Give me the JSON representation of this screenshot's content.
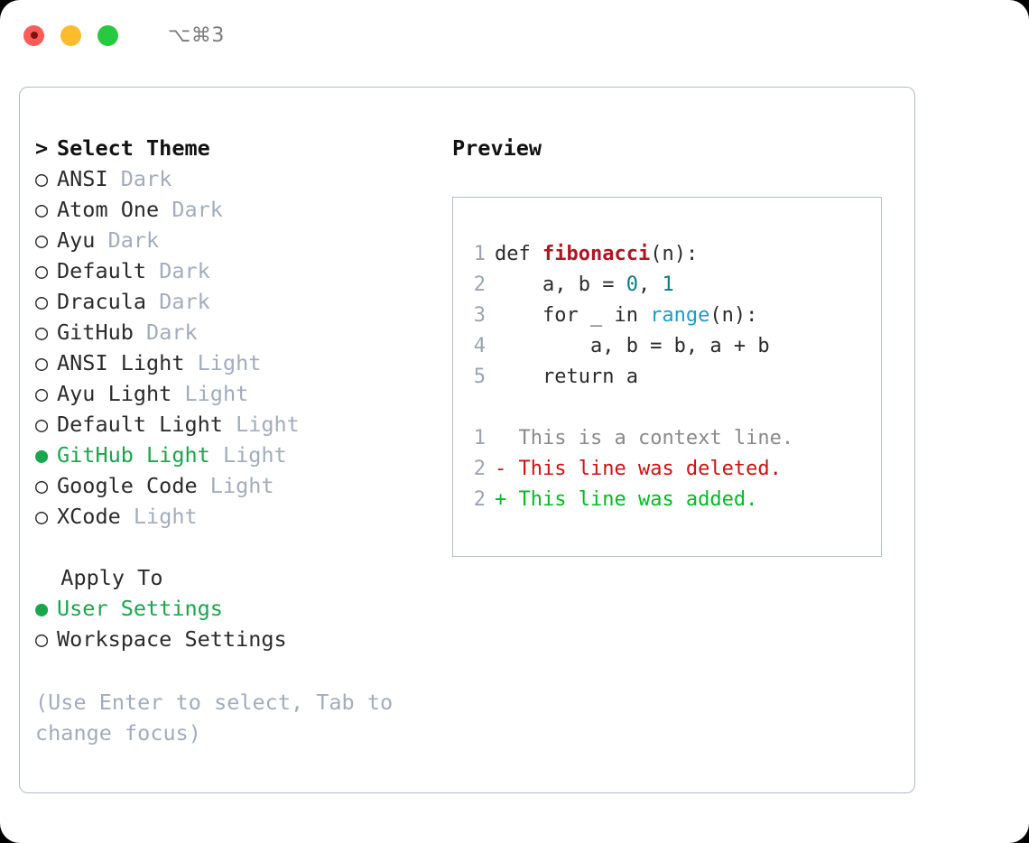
{
  "titlebar": {
    "shortcut": "⌥⌘3",
    "buttons": {
      "close": "close",
      "minimize": "minimize",
      "maximize": "maximize"
    }
  },
  "theme_picker": {
    "heading_marker": "> ",
    "heading": "Select Theme",
    "items": [
      {
        "marker": "○ ",
        "label": "ANSI",
        "tag": "Dark",
        "selected": false
      },
      {
        "marker": "○ ",
        "label": "Atom One",
        "tag": "Dark",
        "selected": false
      },
      {
        "marker": "○ ",
        "label": "Ayu",
        "tag": "Dark",
        "selected": false
      },
      {
        "marker": "○ ",
        "label": "Default",
        "tag": "Dark",
        "selected": false
      },
      {
        "marker": "○ ",
        "label": "Dracula",
        "tag": "Dark",
        "selected": false
      },
      {
        "marker": "○ ",
        "label": "GitHub",
        "tag": "Dark",
        "selected": false
      },
      {
        "marker": "○ ",
        "label": "ANSI Light",
        "tag": "Light",
        "selected": false
      },
      {
        "marker": "○ ",
        "label": "Ayu Light",
        "tag": "Light",
        "selected": false
      },
      {
        "marker": "○ ",
        "label": "Default Light",
        "tag": "Light",
        "selected": false
      },
      {
        "marker": "● ",
        "label": "GitHub Light",
        "tag": "Light",
        "selected": true
      },
      {
        "marker": "○ ",
        "label": "Google Code",
        "tag": "Light",
        "selected": false
      },
      {
        "marker": "○ ",
        "label": "XCode",
        "tag": "Light",
        "selected": false
      }
    ]
  },
  "apply_to": {
    "heading_marker": "  ",
    "heading": "Apply To",
    "items": [
      {
        "marker": "● ",
        "label": "User Settings",
        "selected": true
      },
      {
        "marker": "○ ",
        "label": "Workspace Settings",
        "selected": false
      }
    ]
  },
  "hint": "(Use Enter to select, Tab to change focus)",
  "preview": {
    "title": "Preview",
    "code_lines": [
      {
        "number": "1",
        "tokens": [
          {
            "text": "def ",
            "type": "plain"
          },
          {
            "text": "fibonacci",
            "type": "fn"
          },
          {
            "text": "(n):",
            "type": "plain"
          }
        ]
      },
      {
        "number": "2",
        "tokens": [
          {
            "text": "    a, b = ",
            "type": "plain"
          },
          {
            "text": "0",
            "type": "num"
          },
          {
            "text": ", ",
            "type": "plain"
          },
          {
            "text": "1",
            "type": "num"
          }
        ]
      },
      {
        "number": "3",
        "tokens": [
          {
            "text": "    for _ in ",
            "type": "plain"
          },
          {
            "text": "range",
            "type": "call"
          },
          {
            "text": "(n):",
            "type": "plain"
          }
        ]
      },
      {
        "number": "4",
        "tokens": [
          {
            "text": "        a, b = b, a + b",
            "type": "plain"
          }
        ]
      },
      {
        "number": "5",
        "tokens": [
          {
            "text": "    return a",
            "type": "plain"
          }
        ]
      }
    ],
    "diff_lines": [
      {
        "number": "1",
        "sign": "  ",
        "text": "This is a context line.",
        "kind": "ctx"
      },
      {
        "number": "2",
        "sign": "- ",
        "text": "This line was deleted.",
        "kind": "del"
      },
      {
        "number": "2",
        "sign": "+ ",
        "text": "This line was added.",
        "kind": "add"
      }
    ]
  },
  "colors": {
    "accent_green": "#1aa64b",
    "muted": "#a2acbd",
    "border": "#b3bcca",
    "text": "#2b2b2b",
    "fn_red": "#b01522",
    "num_teal": "#0a7d80",
    "call_blue": "#1a9cc9",
    "diff_del": "#cc1111",
    "diff_add": "#00bb22",
    "traffic_close": "#fb5c56",
    "traffic_min": "#fcbc2d",
    "traffic_max": "#27c93f"
  }
}
